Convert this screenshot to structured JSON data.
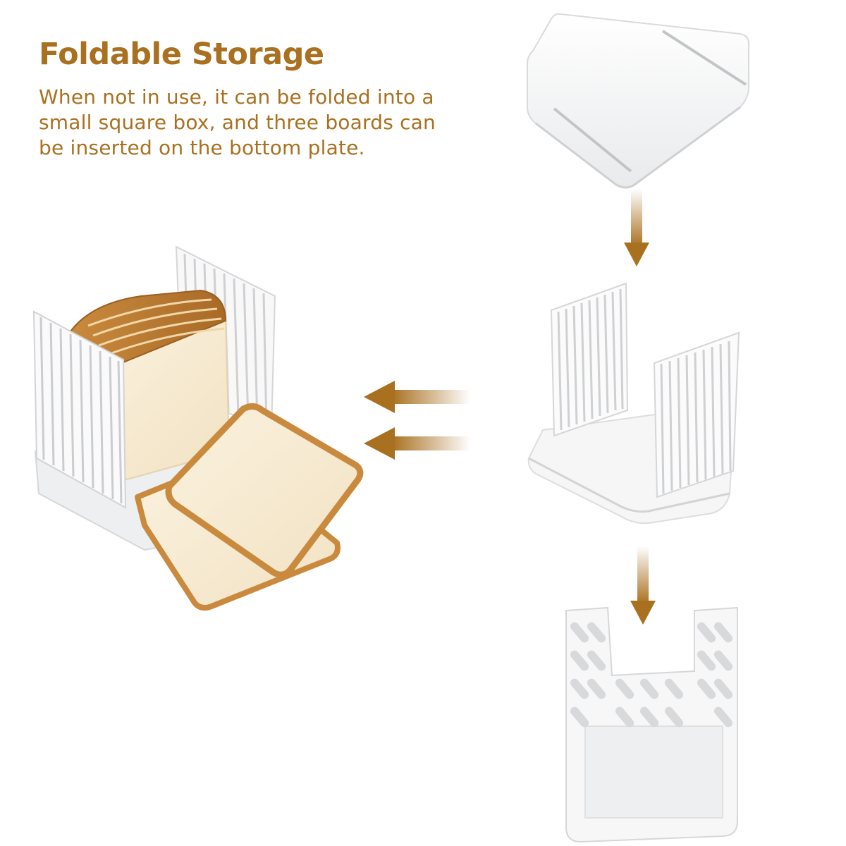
{
  "headline": "Foldable Storage",
  "description": "When not in use, it can be folded into a small square box, and three boards can be inserted on the bottom plate.",
  "accent_color": "#a9701f",
  "illustrations": {
    "step_1": "flat-base-plate",
    "step_2": "slicer-guide-assembled",
    "step_3": "folded-square-box",
    "result": "bread-loaf-in-slicer"
  },
  "icons": [
    "arrow-down-icon",
    "arrow-left-icon"
  ]
}
